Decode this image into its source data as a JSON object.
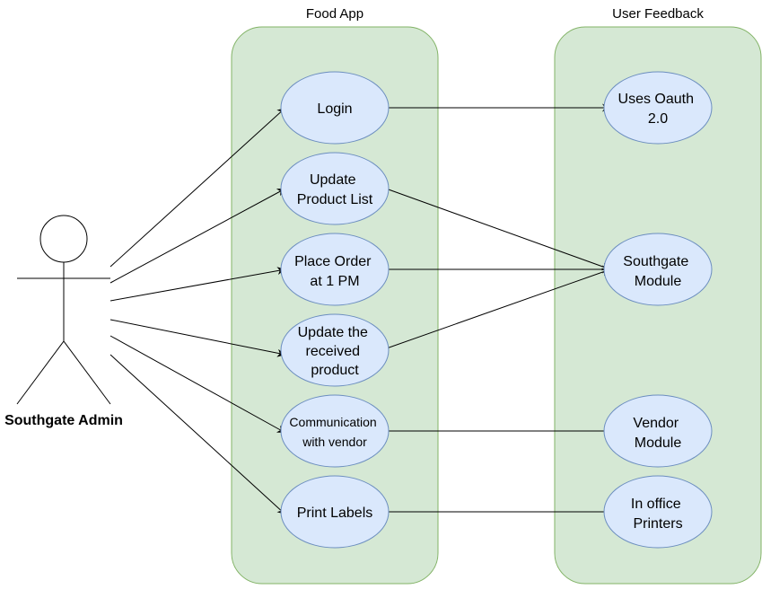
{
  "diagram": {
    "containers": {
      "food_app": {
        "title": "Food App"
      },
      "user_feedback": {
        "title": "User Feedback"
      }
    },
    "actor": {
      "name": "Southgate Admin"
    },
    "use_cases": {
      "login": [
        "Login"
      ],
      "update_product_list": [
        "Update",
        "Product List"
      ],
      "place_order": [
        "Place Order",
        "at 1 PM"
      ],
      "update_received": [
        "Update the",
        "received",
        "product"
      ],
      "communication_vendor": [
        "Communication",
        "with vendor"
      ],
      "print_labels": [
        "Print Labels"
      ],
      "uses_oauth": [
        "Uses Oauth",
        "2.0"
      ],
      "southgate_module": [
        "Southgate",
        "Module"
      ],
      "vendor_module": [
        "Vendor",
        "Module"
      ],
      "in_office_printers": [
        "In office",
        "Printers"
      ]
    },
    "connections": [
      {
        "from": "actor",
        "to": "login"
      },
      {
        "from": "actor",
        "to": "update_product_list"
      },
      {
        "from": "actor",
        "to": "place_order"
      },
      {
        "from": "actor",
        "to": "update_received"
      },
      {
        "from": "actor",
        "to": "communication_vendor"
      },
      {
        "from": "actor",
        "to": "print_labels"
      },
      {
        "from": "login",
        "to": "uses_oauth"
      },
      {
        "from": "update_product_list",
        "to": "southgate_module"
      },
      {
        "from": "place_order",
        "to": "southgate_module"
      },
      {
        "from": "update_received",
        "to": "southgate_module"
      },
      {
        "from": "communication_vendor",
        "to": "vendor_module"
      },
      {
        "from": "print_labels",
        "to": "in_office_printers"
      }
    ],
    "colors": {
      "container_fill": "#d5e8d4",
      "container_stroke": "#82b366",
      "usecase_fill": "#dae8fc",
      "usecase_stroke": "#6c8ebf",
      "edge": "#000000"
    }
  }
}
